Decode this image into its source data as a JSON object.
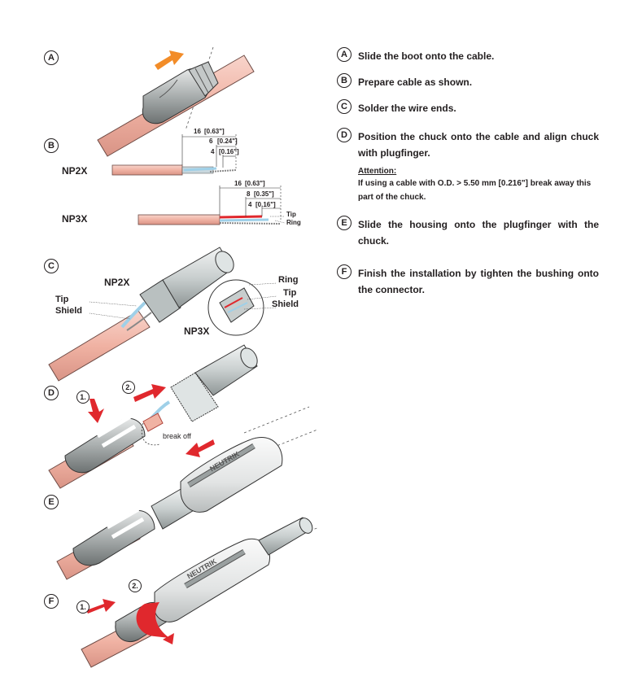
{
  "labels": {
    "A": "A",
    "B": "B",
    "C": "C",
    "D": "D",
    "E": "E",
    "F": "F"
  },
  "cable_prep": {
    "np2x": "NP2X",
    "np3x": "NP3X",
    "np2x_dims": [
      "16",
      "[0.63\"]",
      "6",
      "[0.24\"]",
      "4",
      "[0.16\"]"
    ],
    "np3x_dims": [
      "16",
      "[0.63\"]",
      "8",
      "[0.35\"]",
      "4",
      "[0.16\"]"
    ],
    "tip": "Tip",
    "ring": "Ring"
  },
  "solder": {
    "np2x": "NP2X",
    "np3x": "NP3X",
    "tip": "Tip",
    "shield": "Shield",
    "ring": "Ring",
    "tip_r": "Tip",
    "shield_r": "Shield"
  },
  "chuck": {
    "one": "1.",
    "two": "2.",
    "break_off": "break off"
  },
  "finish": {
    "one": "1.",
    "two": "2."
  },
  "brand": "NEUTRIK",
  "steps": [
    {
      "letter": "A",
      "text": "Slide the boot onto the cable."
    },
    {
      "letter": "B",
      "text": "Prepare cable as shown."
    },
    {
      "letter": "C",
      "text": "Solder the wire ends."
    },
    {
      "letter": "D",
      "text": "Position the chuck onto the cable and align chuck with plugfinger."
    },
    {
      "letter": "E",
      "text": "Slide the housing onto the plugfinger with the chuck."
    },
    {
      "letter": "F",
      "text": "Finish the installation by tighten the bushing onto the connector."
    }
  ],
  "attention": {
    "title": "Attention:",
    "text": "If using a cable with O.D. > 5.50 mm [0.216\"] break away this part of the chuck."
  },
  "colors": {
    "cable": "#f2b7a8",
    "orange_arrow": "#f28c28",
    "red_arrow": "#e0282d",
    "metal": "#d4d8d8",
    "blue_wire": "#9fd0e8"
  }
}
